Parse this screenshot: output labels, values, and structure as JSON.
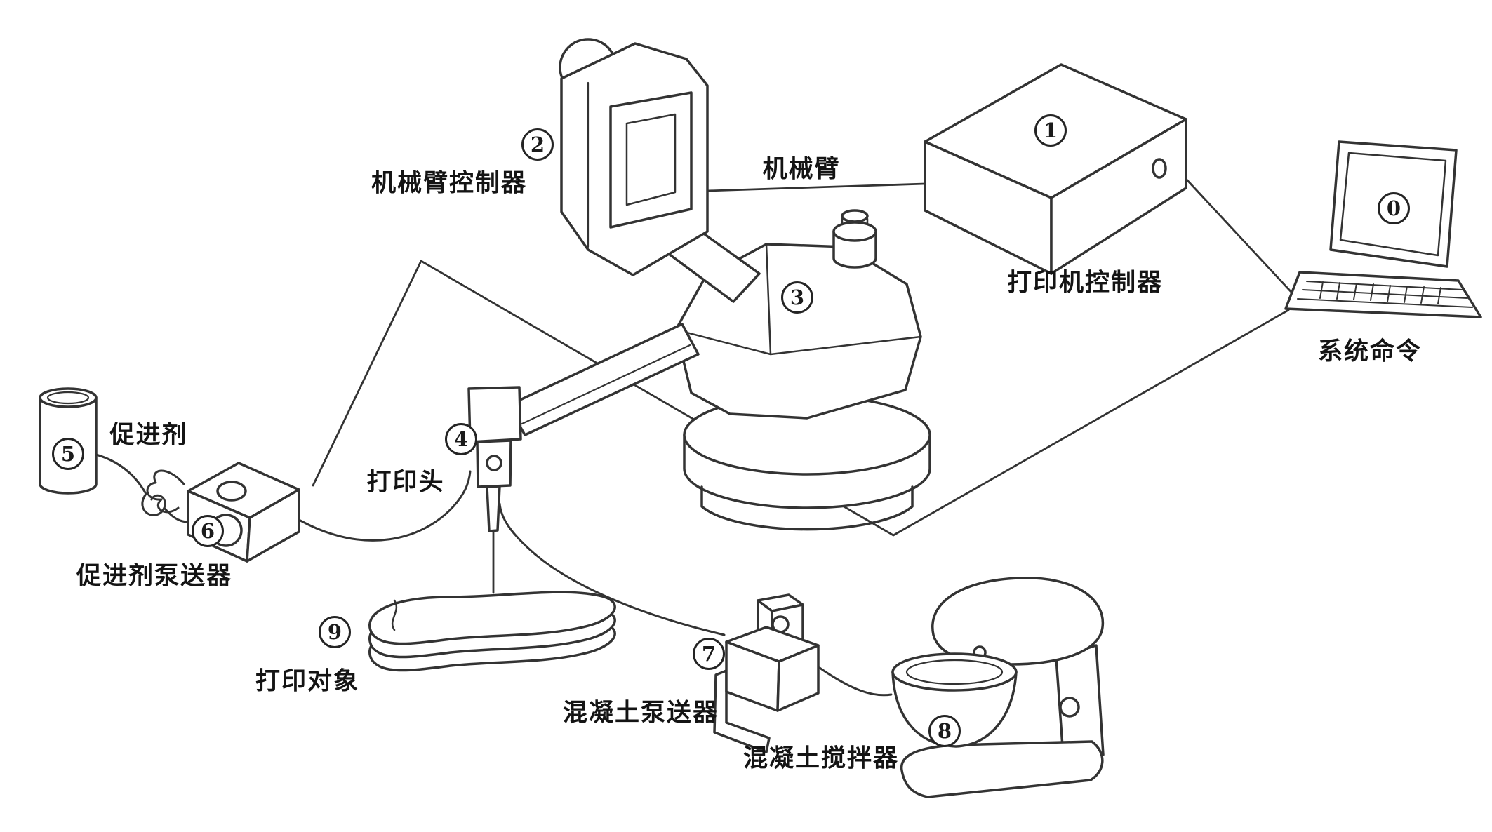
{
  "diagram": {
    "type": "isometric-line-diagram",
    "subject": "concrete-3d-printing-system",
    "ink_color": "#333333",
    "background_color": "#ffffff",
    "components": [
      {
        "id": 0,
        "num": "0",
        "label": "系统命令"
      },
      {
        "id": 1,
        "num": "1",
        "label": "打印机控制器"
      },
      {
        "id": 2,
        "num": "2",
        "label": "机械臂控制器"
      },
      {
        "id": 3,
        "num": "3",
        "label": "机械臂"
      },
      {
        "id": 4,
        "num": "4",
        "label": "打印头"
      },
      {
        "id": 5,
        "num": "5",
        "label": "促进剂"
      },
      {
        "id": 6,
        "num": "6",
        "label": "促进剂泵送器"
      },
      {
        "id": 7,
        "num": "7",
        "label": "混凝土泵送器"
      },
      {
        "id": 8,
        "num": "8",
        "label": "混凝土搅拌器"
      },
      {
        "id": 9,
        "num": "9",
        "label": "打印对象"
      }
    ]
  }
}
